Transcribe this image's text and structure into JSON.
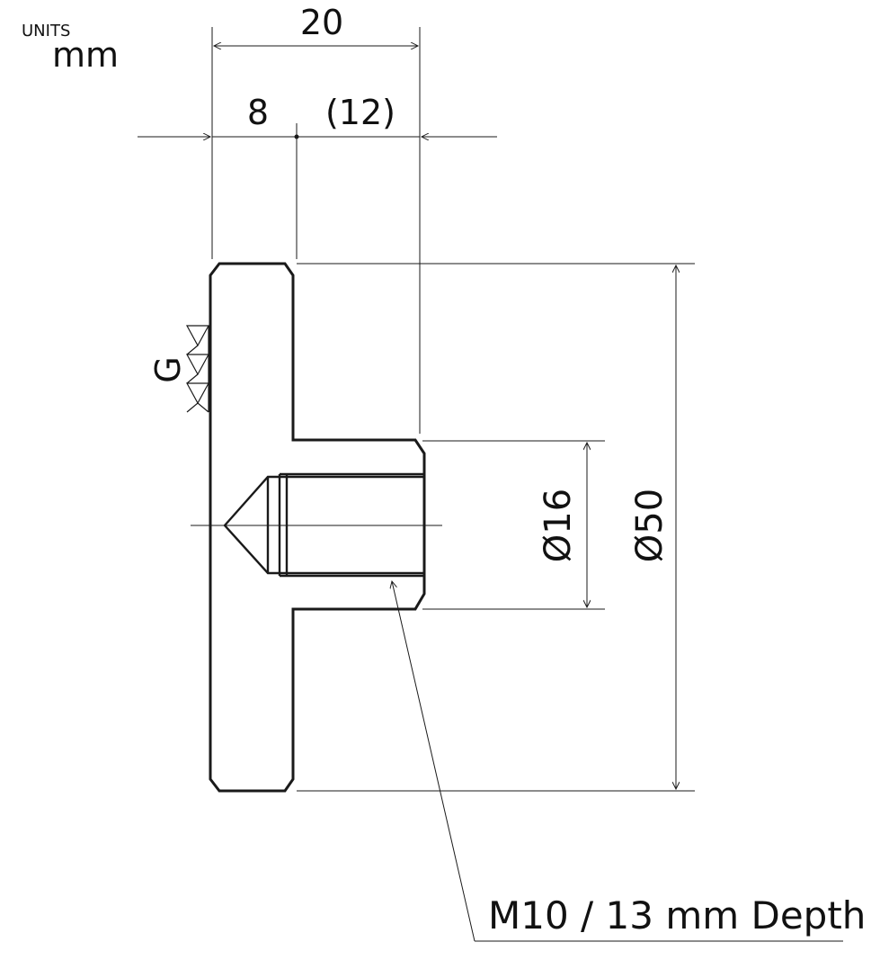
{
  "units": {
    "caption": "UNITS",
    "value": "mm"
  },
  "dimensions": {
    "overall_length": "20",
    "flange_thickness": "8",
    "boss_length": "(12)",
    "boss_diameter": "Ø16",
    "flange_diameter": "Ø50"
  },
  "surface_finish": {
    "symbol_label": "G"
  },
  "thread_callout": {
    "text": "M10 / 13 mm Depth"
  },
  "colors": {
    "line": "#1a1a1a",
    "background": "#ffffff"
  }
}
